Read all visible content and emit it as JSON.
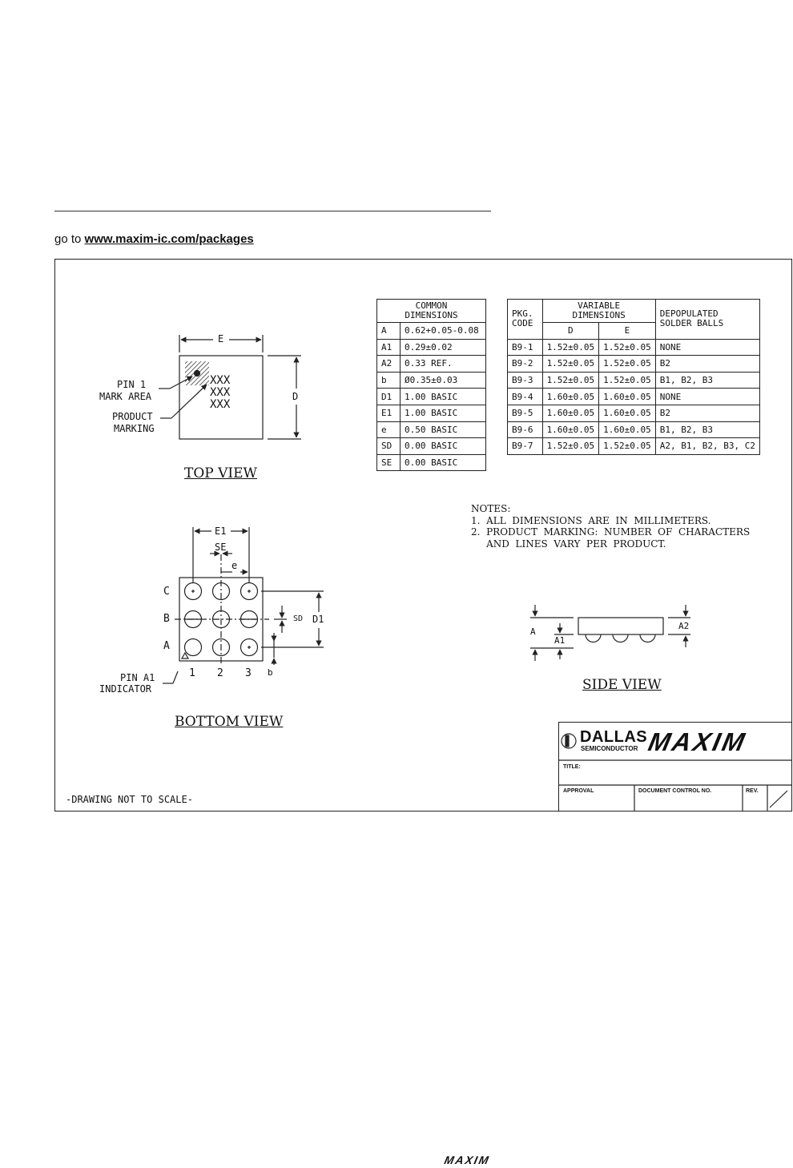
{
  "header": {
    "goto_prefix": "go to",
    "goto_link": "www.maxim-ic.com/packages"
  },
  "common_table": {
    "header_line1": "COMMON",
    "header_line2": "DIMENSIONS",
    "rows": [
      [
        "A",
        "0.62+0.05-0.08"
      ],
      [
        "A1",
        "0.29±0.02"
      ],
      [
        "A2",
        "0.33 REF."
      ],
      [
        "b",
        "Ø0.35±0.03"
      ],
      [
        "D1",
        "1.00 BASIC"
      ],
      [
        "E1",
        "1.00 BASIC"
      ],
      [
        "e",
        "0.50 BASIC"
      ],
      [
        "SD",
        "0.00 BASIC"
      ],
      [
        "SE",
        "0.00 BASIC"
      ]
    ]
  },
  "variable_table": {
    "pkg_line1": "PKG.",
    "pkg_line2": "CODE",
    "var_line1": "VARIABLE",
    "var_line2": "DIMENSIONS",
    "col_d": "D",
    "col_e": "E",
    "dep_line1": "DEPOPULATED",
    "dep_line2": "SOLDER BALLS",
    "rows": [
      [
        "B9-1",
        "1.52±0.05",
        "1.52±0.05",
        "NONE"
      ],
      [
        "B9-2",
        "1.52±0.05",
        "1.52±0.05",
        "B2"
      ],
      [
        "B9-3",
        "1.52±0.05",
        "1.52±0.05",
        "B1, B2, B3"
      ],
      [
        "B9-4",
        "1.60±0.05",
        "1.60±0.05",
        "NONE"
      ],
      [
        "B9-5",
        "1.60±0.05",
        "1.60±0.05",
        "B2"
      ],
      [
        "B9-6",
        "1.60±0.05",
        "1.60±0.05",
        "B1, B2, B3"
      ],
      [
        "B9-7",
        "1.52±0.05",
        "1.52±0.05",
        "A2, B1, B2, B3, C2"
      ]
    ]
  },
  "top_view": {
    "title": "TOP VIEW",
    "dim_e": "E",
    "dim_d": "D",
    "pin1_line1": "PIN 1",
    "pin1_line2": "MARK AREA",
    "product_line1": "PRODUCT",
    "product_line2": "MARKING",
    "marking": [
      "XXX",
      "XXX",
      "XXX"
    ]
  },
  "bottom_view": {
    "title": "BOTTOM VIEW",
    "dim_e1": "E1",
    "dim_se": "SE",
    "dim_e": "e",
    "dim_sd": "SD",
    "dim_d1": "D1",
    "dim_b": "b",
    "rows": [
      "C",
      "B",
      "A"
    ],
    "cols": [
      "1",
      "2",
      "3"
    ],
    "pina1_line1": "PIN A1",
    "pina1_line2": "INDICATOR"
  },
  "side_view": {
    "title": "SIDE VIEW",
    "dim_a": "A",
    "dim_a1": "A1",
    "dim_a2": "A2"
  },
  "notes": {
    "heading": "NOTES:",
    "line1": "1.  ALL  DIMENSIONS  ARE  IN  MILLIMETERS.",
    "line2": "2.  PRODUCT  MARKING:  NUMBER  OF  CHARACTERS",
    "line3": "     AND  LINES  VARY  PER  PRODUCT."
  },
  "drawing_note": "-DRAWING NOT TO SCALE-",
  "title_block": {
    "dallas": "DALLAS",
    "semiconductor": "SEMICONDUCTOR",
    "maxim": "MAXIM",
    "title_label": "TITLE:",
    "approval_label": "APPROVAL",
    "doc_control_label": "DOCUMENT CONTROL NO.",
    "rev_label": "REV."
  },
  "footer": {
    "logo": "MAXIM"
  }
}
